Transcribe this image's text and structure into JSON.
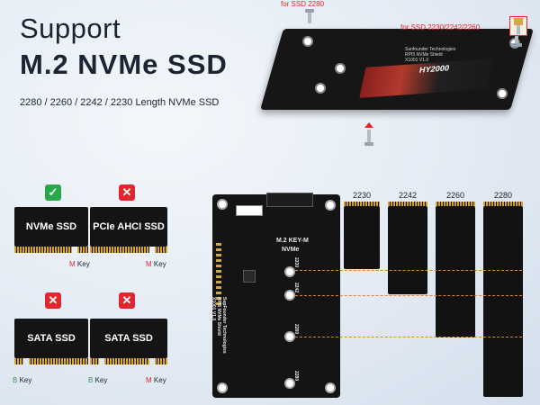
{
  "header": {
    "title_line1": "Support",
    "title_line2": "M.2 NVMe SSD",
    "subtitle": "2280 / 2260 / 2242 / 2230 Length NVMe SSD"
  },
  "cards": [
    {
      "label": "NVMe SSD",
      "status": "supported",
      "key": "M",
      "key_suffix": "Key"
    },
    {
      "label": "PCIe AHCI SSD",
      "status": "unsupported",
      "key": "M",
      "key_suffix": "Key"
    },
    {
      "label": "SATA SSD",
      "status": "unsupported",
      "key": "B",
      "key_suffix": "Key"
    },
    {
      "label": "SATA SSD",
      "status": "unsupported",
      "key_left": "B",
      "key_right": "M",
      "key_suffix": "Key"
    }
  ],
  "top_board": {
    "callout_2280": "for SSD 2280",
    "callout_other": "for SSD 2230/2242/2260",
    "ssd_label": "HY2000",
    "silk": [
      "Sunfounder Technologies",
      "RPI5 NVMe Shield",
      "X1001 V1.0"
    ]
  },
  "bottom_board": {
    "slot_label": "M.2 KEY-M",
    "slot_sub": "NVMe",
    "silk": [
      "SupFounder Technologies",
      "RPI5 NVMe Shield",
      "X1001 V1.0"
    ],
    "marks": [
      "2230",
      "2242",
      "2260",
      "2280"
    ]
  },
  "lengths": {
    "labels": [
      "2230",
      "2242",
      "2260",
      "2280"
    ]
  },
  "colors": {
    "accent_red": "#e2262d",
    "accent_green": "#27a84a",
    "gold": "#d7a62c",
    "dash": "#e2822d"
  },
  "icons": {
    "supported": "check-icon",
    "unsupported": "cross-icon"
  }
}
